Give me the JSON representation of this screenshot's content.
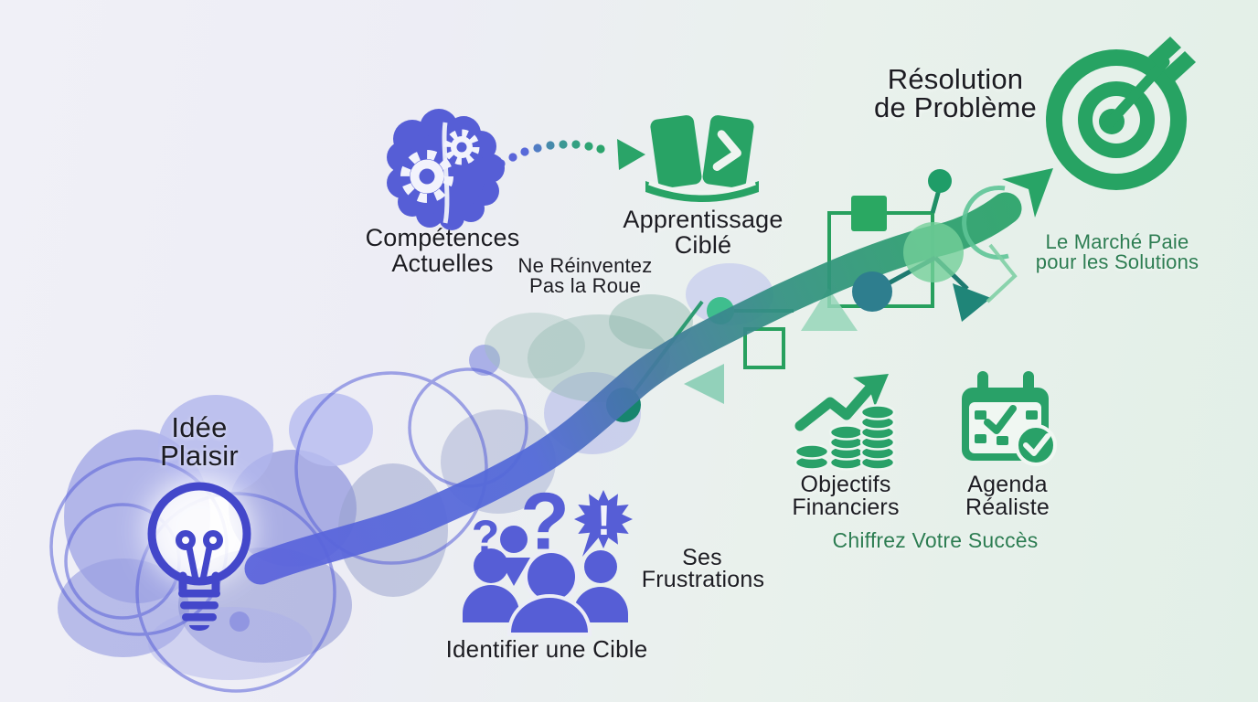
{
  "title_hint": "Parcours d'une idée vers un business (infographie)",
  "palette": {
    "purple": "#565ED6",
    "purple_deep": "#4347CA",
    "green": "#29A168",
    "teal": "#2E7E8E",
    "green_text": "#2D7D52",
    "ink": "#1C1C22",
    "bg_left": "#EFEFF6",
    "bg_right": "#E3EFE7"
  },
  "stages": [
    {
      "id": "idea",
      "lines": [
        "Idée",
        "Plaisir"
      ],
      "icon": "lightbulb-icon"
    },
    {
      "id": "skills",
      "lines": [
        "Compétences",
        "Actuelles"
      ],
      "icon": "brain-gears-icon"
    },
    {
      "id": "learning",
      "lines": [
        "Apprentissage",
        "Ciblé"
      ],
      "icon": "open-book-icon"
    },
    {
      "id": "audience",
      "lines": [
        "Identifier une Cible"
      ],
      "icon": "people-group-icon"
    },
    {
      "id": "frustrations",
      "lines": [
        "Ses",
        "Frustrations"
      ],
      "icon": "exclamation-burst-icon"
    },
    {
      "id": "financial",
      "lines": [
        "Objectifs",
        "Financiers"
      ],
      "icon": "coins-growth-icon"
    },
    {
      "id": "agenda",
      "lines": [
        "Agenda",
        "Réaliste"
      ],
      "icon": "calendar-check-icon"
    },
    {
      "id": "problem",
      "lines": [
        "Résolution",
        "de Problème"
      ],
      "icon": "target-dart-icon"
    }
  ],
  "captions": {
    "reinvent": [
      "Ne Réinventez",
      "Pas la Roue"
    ],
    "market": [
      "Le Marché Paie",
      "pour les Solutions"
    ],
    "quantify": "Chiffrez Votre Succès"
  },
  "glyphs": {
    "question_small": "?",
    "question_large": "?",
    "exclamation": "!"
  }
}
